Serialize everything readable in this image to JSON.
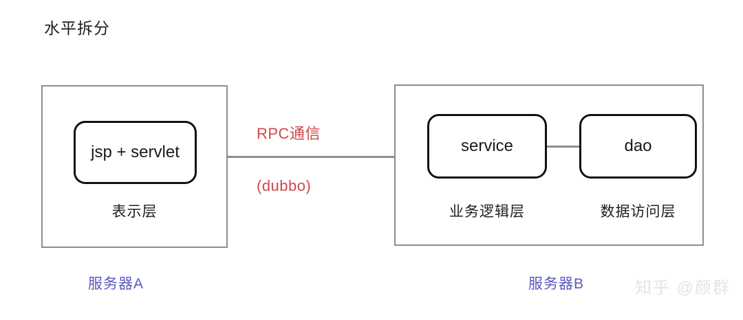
{
  "diagram": {
    "title": "水平拆分",
    "watermark": "知乎 @颜群",
    "colors": {
      "background": "#ffffff",
      "container_border": "#8d8d8d",
      "component_border": "#111111",
      "connector": "#8d8d8d",
      "text": "#1f1f1f",
      "rpc_red": "#cf4848",
      "server_blue": "#5a58c0",
      "watermark_gray": "#e4e4e4"
    }
  },
  "servers": [
    {
      "id": "server-a",
      "name": "服务器A",
      "components": [
        {
          "id": "jsp-servlet",
          "label": "jsp + servlet",
          "layer": "表示层"
        }
      ]
    },
    {
      "id": "server-b",
      "name": "服务器B",
      "components": [
        {
          "id": "service",
          "label": "service",
          "layer": "业务逻辑层"
        },
        {
          "id": "dao",
          "label": "dao",
          "layer": "数据访问层"
        }
      ]
    }
  ],
  "connections": [
    {
      "id": "rpc-link",
      "from": "server-a",
      "to": "server-b",
      "protocol_label": "RPC通信",
      "impl_label": "(dubbo)"
    },
    {
      "id": "service-dao-link",
      "from": "service",
      "to": "dao",
      "protocol_label": "",
      "impl_label": ""
    }
  ]
}
